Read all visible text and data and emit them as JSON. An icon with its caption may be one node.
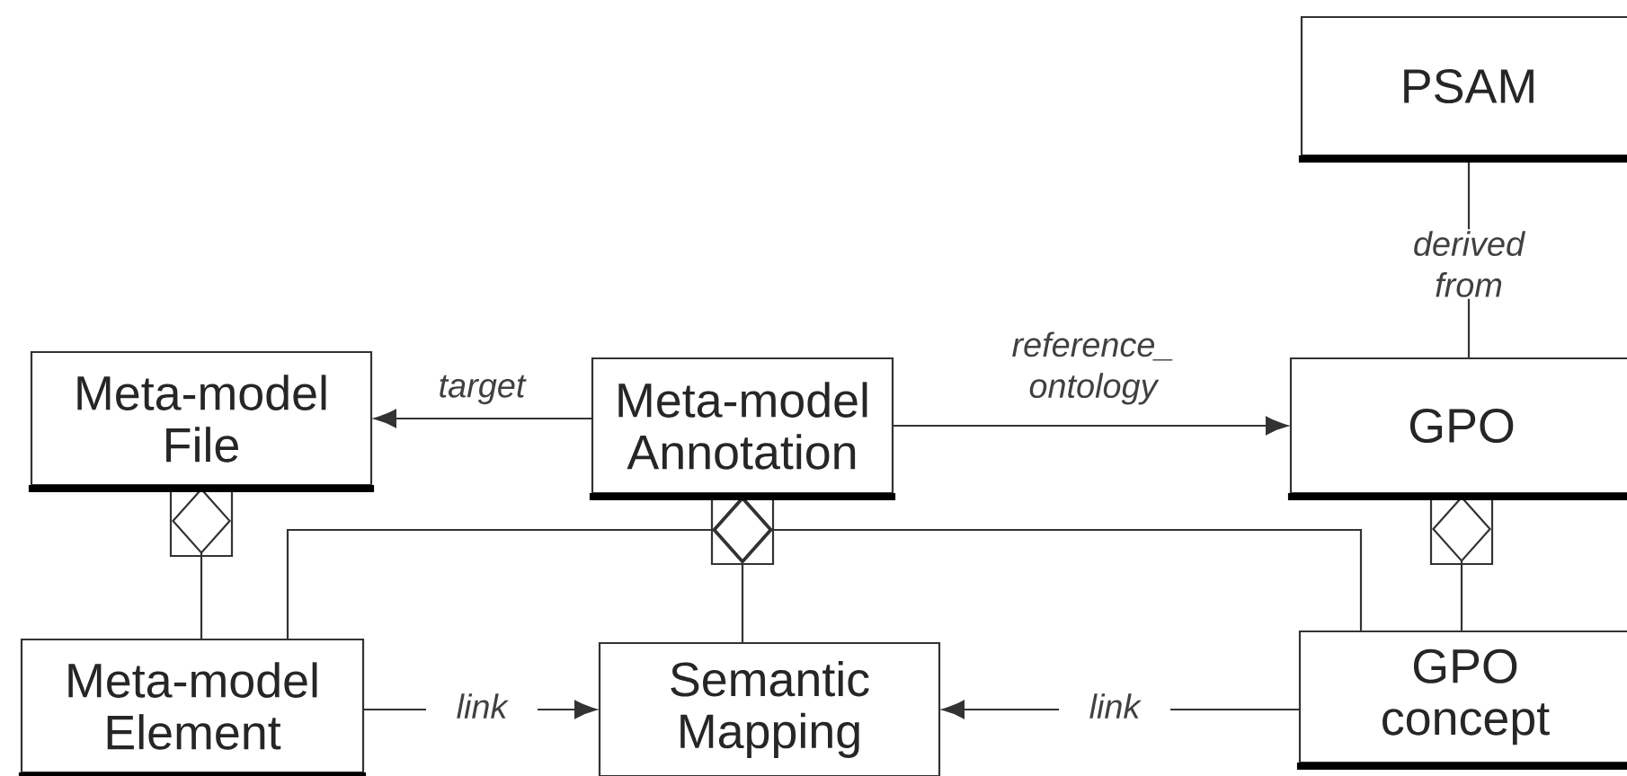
{
  "diagram": {
    "nodes": [
      {
        "text": [
          "PSAM"
        ]
      },
      {
        "text": [
          "Meta-model File"
        ]
      },
      {
        "text": [
          "Meta-model Annotation"
        ]
      },
      {
        "text": [
          "GPO"
        ]
      },
      {
        "text": [
          "Meta-model Element"
        ]
      },
      {
        "text": [
          "Semantic Mapping"
        ]
      },
      {
        "text": [
          "GPO concept"
        ]
      }
    ],
    "edges": [
      {
        "from": 2,
        "to": 1,
        "arrow": "to",
        "label": "target"
      },
      {
        "from": 2,
        "to": 3,
        "arrow": "to",
        "label": "reference_ ontology"
      },
      {
        "from": 0,
        "to": 3,
        "arrow": "none",
        "label": "derived from"
      },
      {
        "from": 4,
        "to": 1,
        "arrow": "other"
      },
      {
        "from": 5,
        "to": 2,
        "arrow": "other"
      },
      {
        "from": 6,
        "to": 3,
        "arrow": "other"
      },
      {
        "from": 4,
        "to": 2,
        "arrow": "other"
      },
      {
        "from": 6,
        "to": 2,
        "arrow": "other"
      },
      {
        "from": 4,
        "to": 5,
        "arrow": "to",
        "label": "link"
      },
      {
        "from": 6,
        "to": 5,
        "arrow": "to",
        "label": "link"
      }
    ]
  }
}
